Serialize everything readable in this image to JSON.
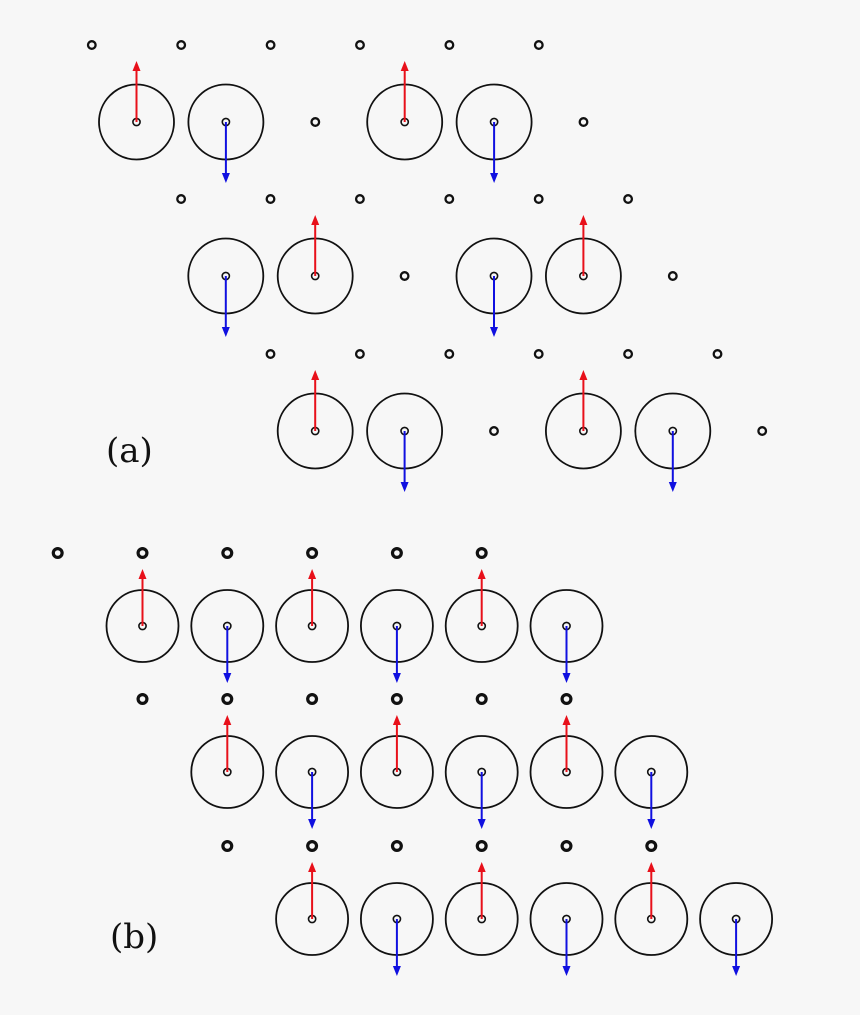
{
  "colors": {
    "background": "#f7f7f7",
    "stroke": "#111111",
    "spin_up": "#e8101a",
    "spin_down": "#1010e0"
  },
  "icons": {
    "site": "open-circle",
    "magnetic_atom": "large-circle-with-center-dot",
    "spin_up": "red-up-arrow",
    "spin_down": "blue-down-arrow"
  },
  "panels": [
    {
      "label": "(a)",
      "rows": [
        {
          "sites": [
            "atom-up",
            "atom-down",
            "vacancy",
            "atom-up",
            "atom-down",
            "vacancy"
          ]
        },
        {
          "sites": [
            "atom-down",
            "atom-up",
            "vacancy",
            "atom-down",
            "atom-up",
            "vacancy"
          ]
        },
        {
          "sites": [
            "atom-up",
            "atom-down",
            "vacancy",
            "atom-up",
            "atom-down",
            "vacancy"
          ]
        }
      ]
    },
    {
      "label": "(b)",
      "rows": [
        {
          "sites": [
            "atom-up",
            "atom-down",
            "atom-up",
            "atom-down",
            "atom-up",
            "atom-down"
          ]
        },
        {
          "sites": [
            "atom-up",
            "atom-down",
            "atom-up",
            "atom-down",
            "atom-up",
            "atom-down"
          ]
        },
        {
          "sites": [
            "atom-up",
            "atom-down",
            "atom-up",
            "atom-down",
            "atom-up",
            "atom-down"
          ]
        }
      ]
    }
  ]
}
